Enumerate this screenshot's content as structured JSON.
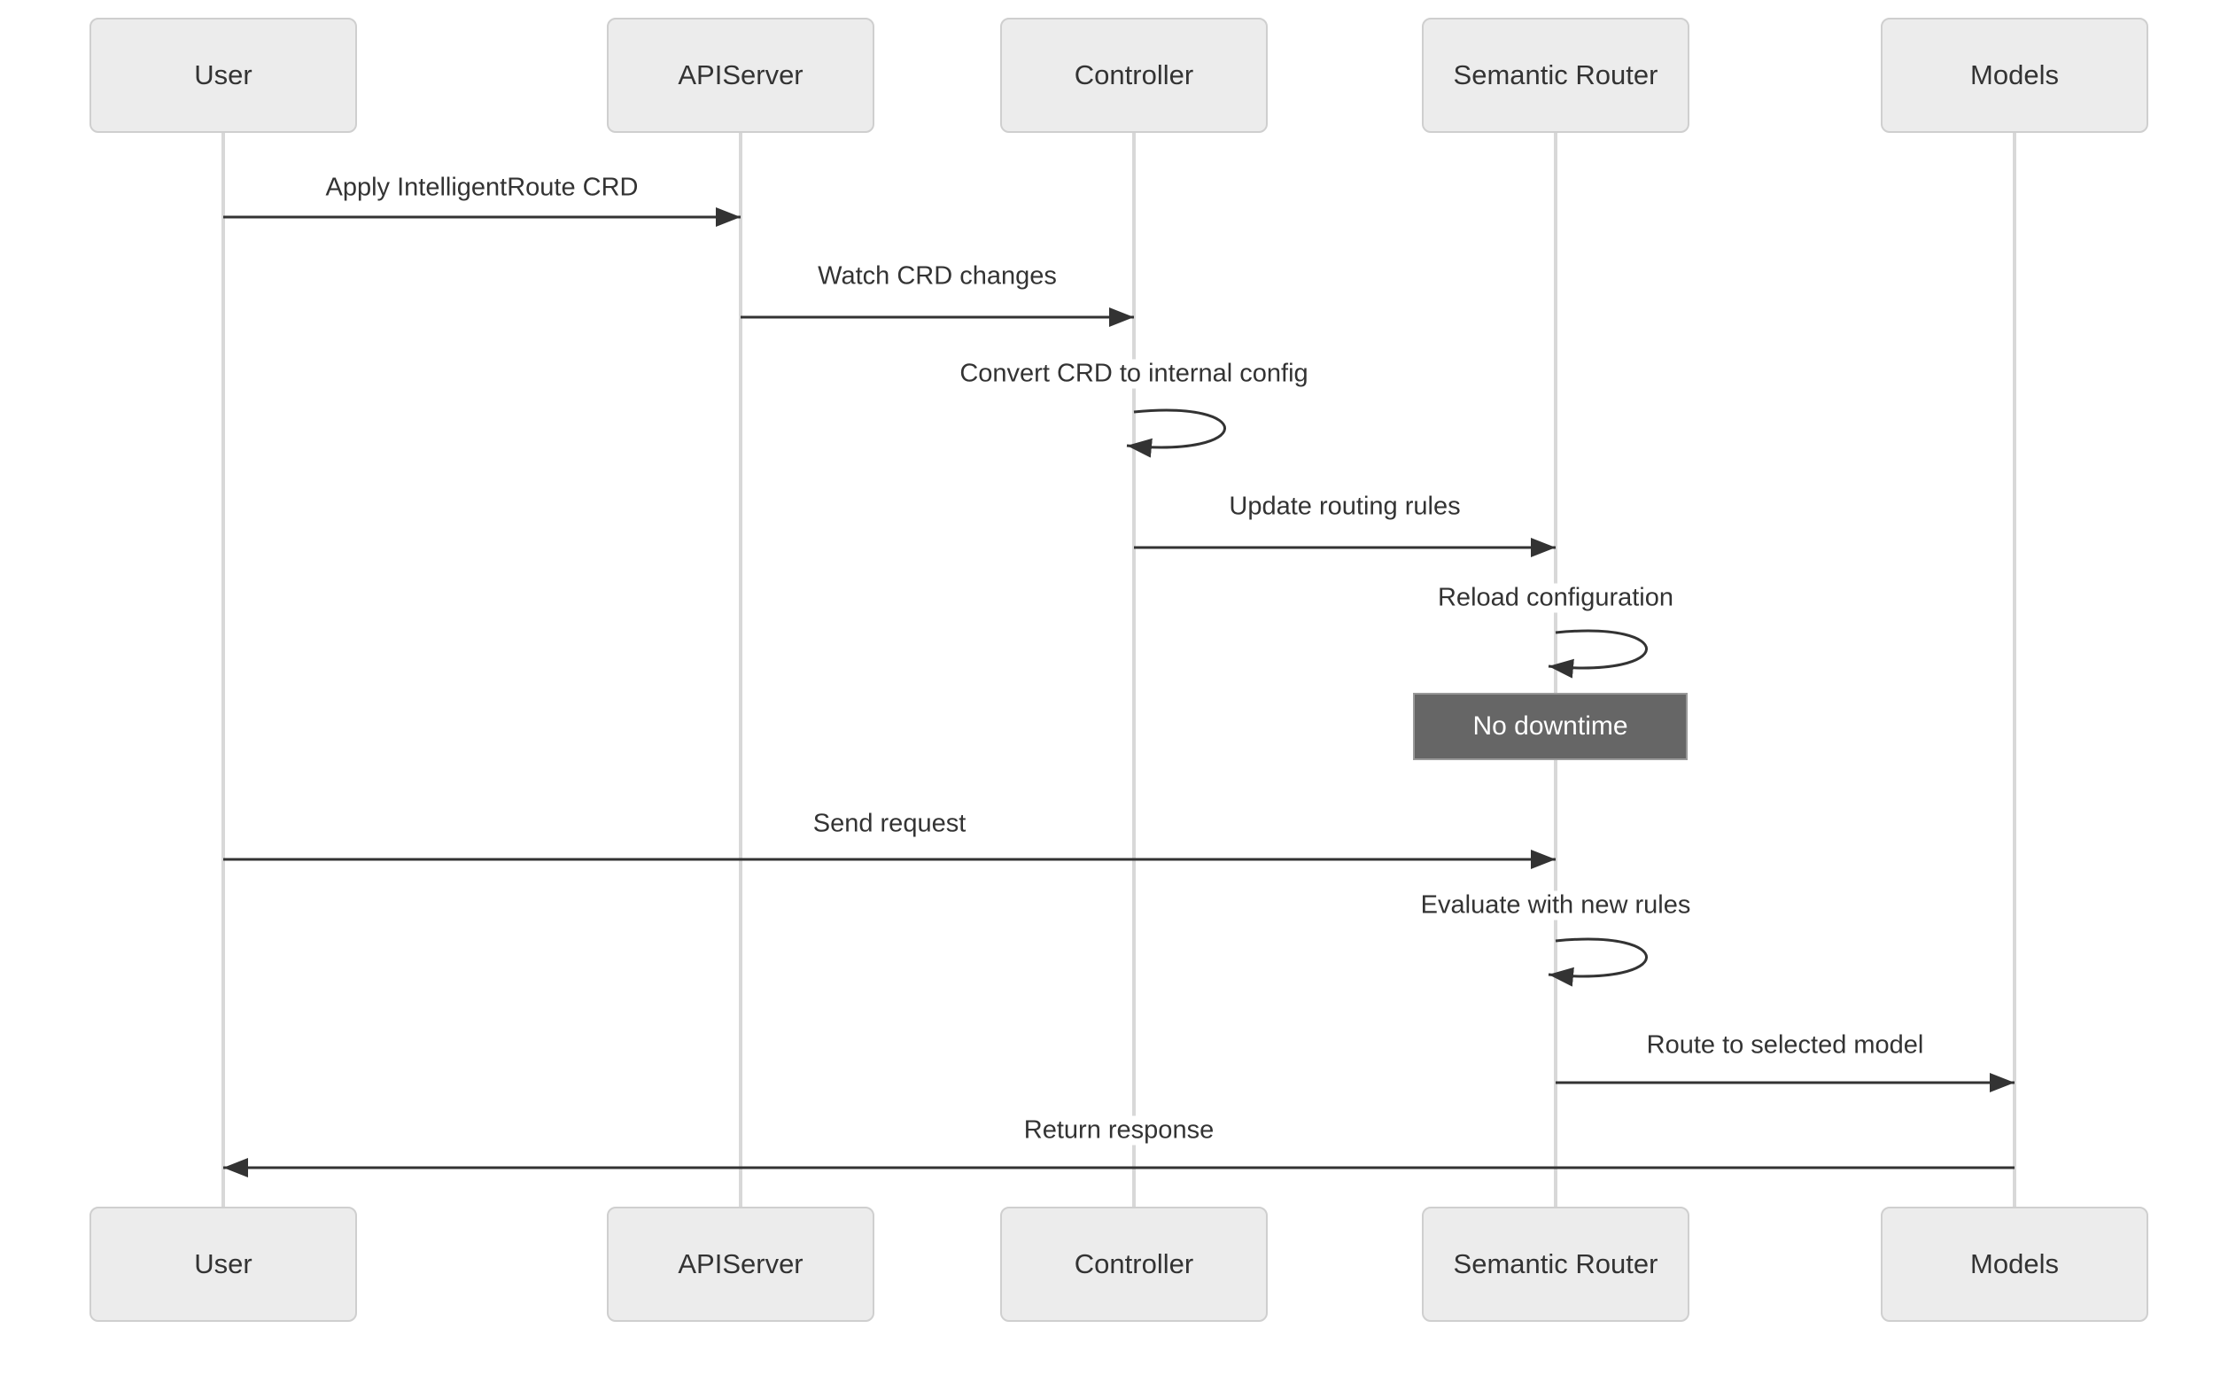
{
  "diagram": {
    "type": "sequence-diagram",
    "actors": [
      {
        "id": "user",
        "label": "User"
      },
      {
        "id": "apiserver",
        "label": "APIServer"
      },
      {
        "id": "controller",
        "label": "Controller"
      },
      {
        "id": "semantic-router",
        "label": "Semantic Router"
      },
      {
        "id": "models",
        "label": "Models"
      }
    ],
    "messages": [
      {
        "label": "Apply IntelligentRoute CRD",
        "from": "User",
        "to": "APIServer",
        "kind": "arrow"
      },
      {
        "label": "Watch CRD changes",
        "from": "APIServer",
        "to": "Controller",
        "kind": "arrow"
      },
      {
        "label": "Convert CRD to internal config",
        "from": "Controller",
        "to": "Controller",
        "kind": "self-loop"
      },
      {
        "label": "Update routing rules",
        "from": "Controller",
        "to": "Semantic Router",
        "kind": "arrow"
      },
      {
        "label": "Reload configuration",
        "from": "Semantic Router",
        "to": "Semantic Router",
        "kind": "self-loop"
      },
      {
        "label": "Send request",
        "from": "User",
        "to": "Semantic Router",
        "kind": "arrow"
      },
      {
        "label": "Evaluate with new rules",
        "from": "Semantic Router",
        "to": "Semantic Router",
        "kind": "self-loop"
      },
      {
        "label": "Route to selected model",
        "from": "Semantic Router",
        "to": "Models",
        "kind": "arrow"
      },
      {
        "label": "Return response",
        "from": "Models",
        "to": "User",
        "kind": "arrow"
      }
    ],
    "note": {
      "label": "No downtime",
      "over": "Semantic Router"
    },
    "colors": {
      "background": "#ffffff",
      "actor_fill": "#ececec",
      "actor_border": "#cfcfcf",
      "lifeline": "#d8d8d8",
      "arrow": "#333333",
      "text": "#333333",
      "note_fill": "#666666",
      "note_border": "#999999",
      "note_text": "#ffffff"
    }
  }
}
